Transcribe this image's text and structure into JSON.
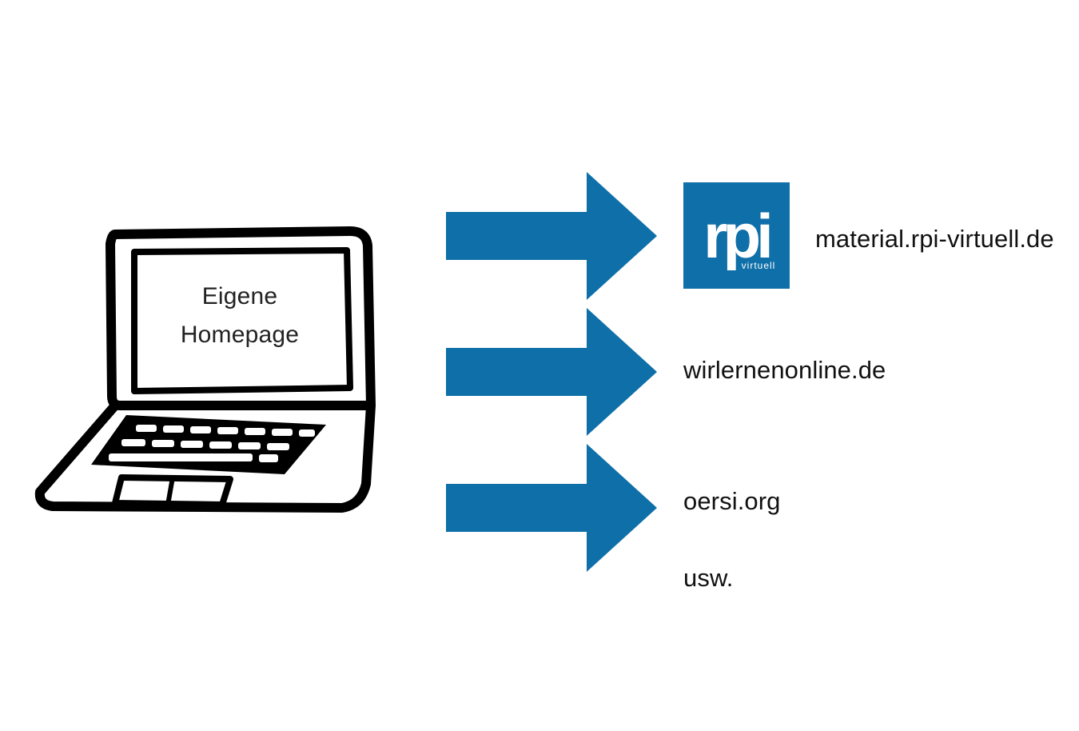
{
  "laptop": {
    "icon": "laptop-icon",
    "screen_lines": [
      "Eigene",
      "Homepage"
    ]
  },
  "arrows": {
    "icon": "right-arrow-icon",
    "color": "#0f6fa8"
  },
  "logo": {
    "text": "rpi",
    "subtext": "virtuell",
    "background": "#0f6fa8",
    "foreground": "#ffffff"
  },
  "targets": [
    "material.rpi-virtuell.de",
    "wirlernenonline.de",
    "oersi.org",
    "usw."
  ]
}
